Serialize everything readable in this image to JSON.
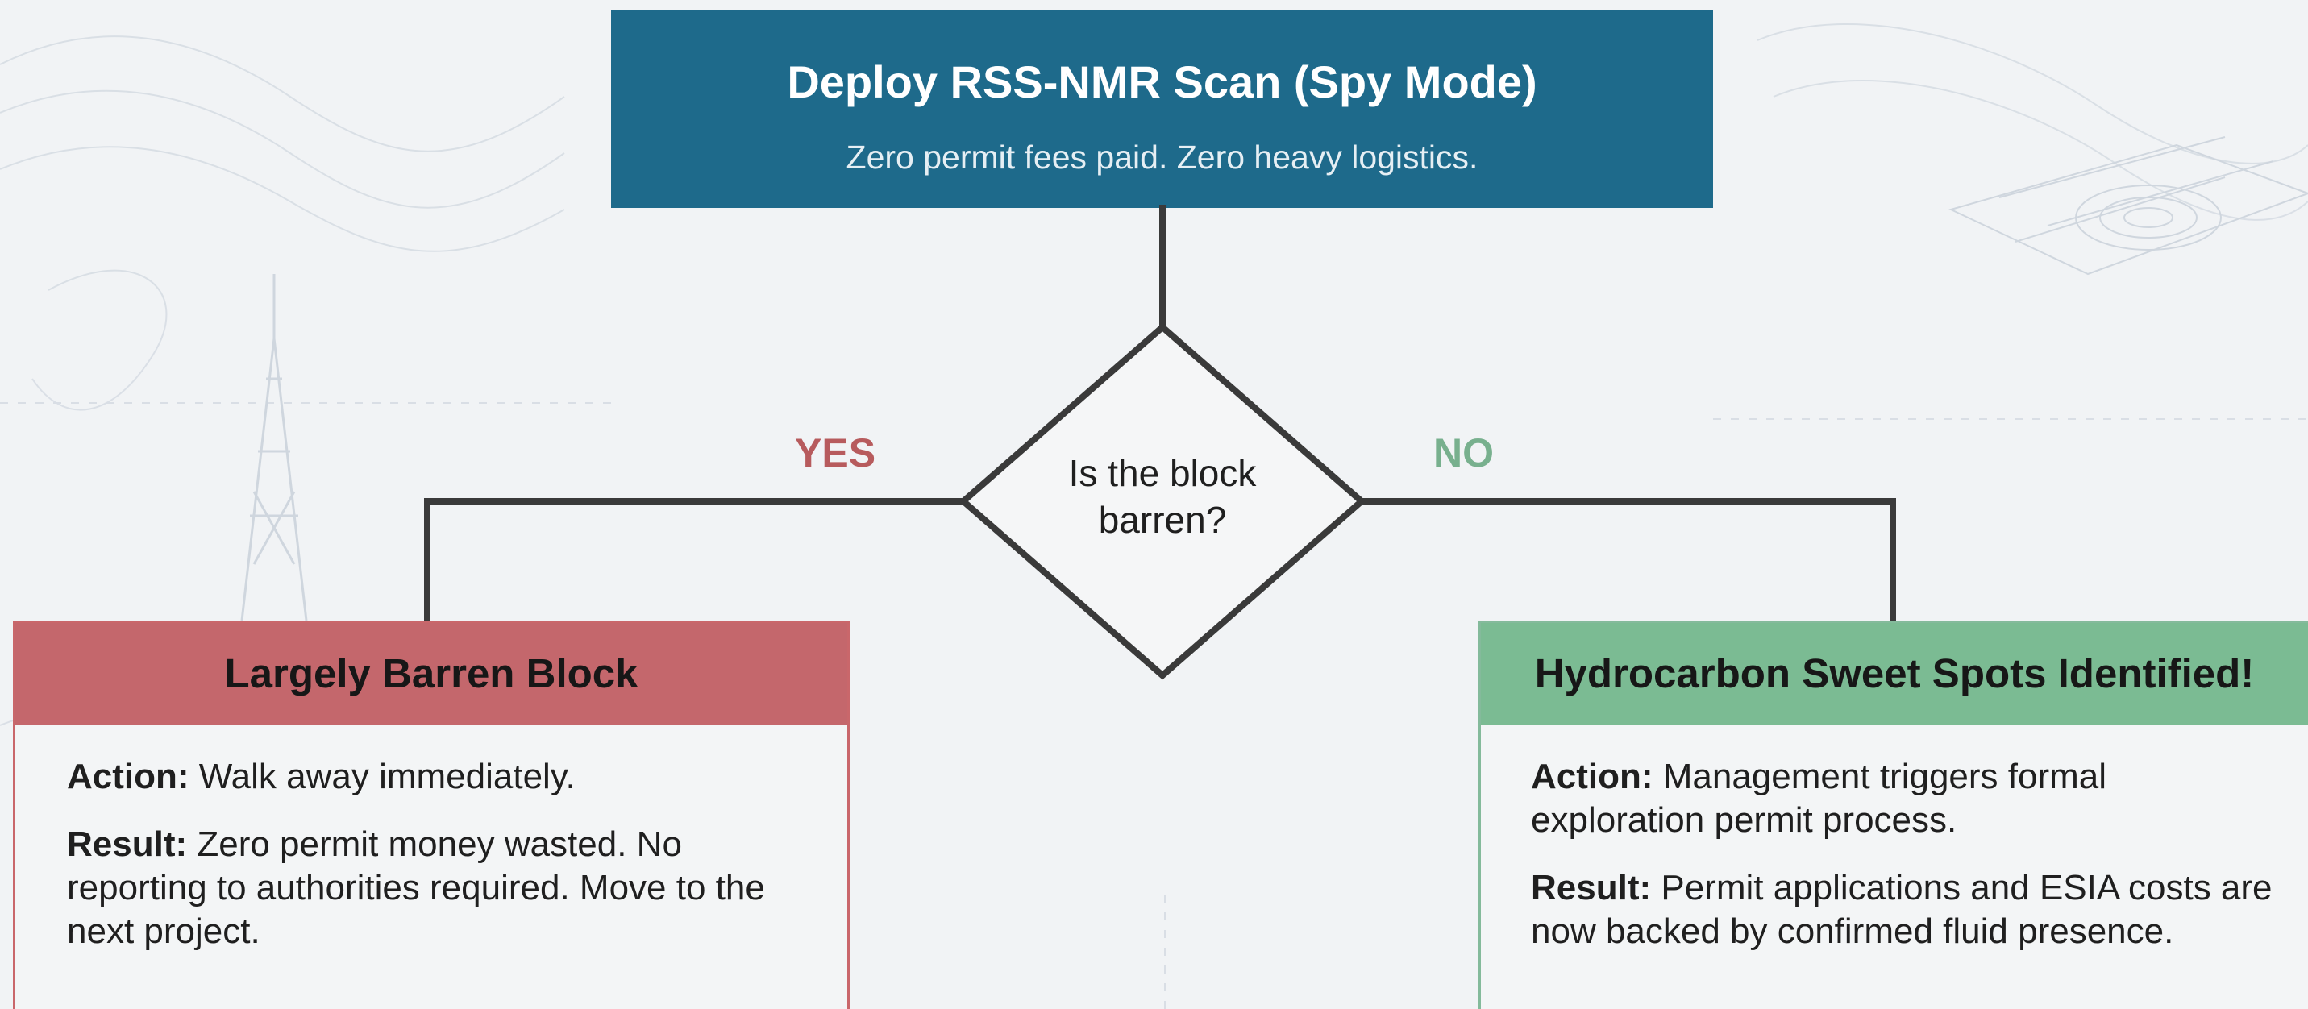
{
  "top": {
    "title": "Deploy RSS-NMR Scan (Spy Mode)",
    "subtitle": "Zero permit fees paid. Zero heavy logistics."
  },
  "decision": {
    "line1": "Is the block",
    "line2": "barren?"
  },
  "branches": {
    "yes": "YES",
    "no": "NO"
  },
  "left_result": {
    "title": "Largely Barren Block",
    "action_label": "Action:",
    "action_text": "Walk away immediately.",
    "result_label": "Result:",
    "result_text": "Zero permit money wasted. No reporting to authorities required. Move to the next project."
  },
  "right_result": {
    "title": "Hydrocarbon Sweet Spots Identified!",
    "action_label": "Action:",
    "action_text": "Management triggers formal exploration permit process.",
    "result_label": "Result:",
    "result_text": "Permit applications and ESIA costs are now backed by confirmed fluid presence."
  },
  "colors": {
    "top_box": "#1e6a8b",
    "yes": "#b75b5d",
    "no": "#78b08e",
    "left_header": "#c4676c",
    "right_header": "#7bbb93",
    "connector": "#3a3a3a"
  }
}
